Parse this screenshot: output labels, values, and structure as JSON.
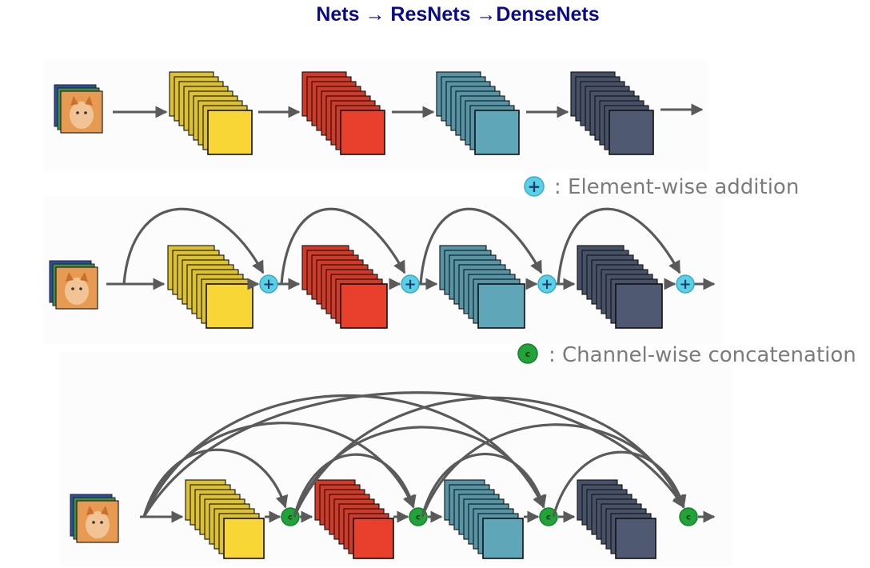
{
  "title": "Nets → ResNets →DenseNets",
  "legend": {
    "addition_symbol": "+",
    "addition_text": ": Element-wise addition",
    "concat_symbol": "c",
    "concat_text": ": Channel-wise concatenation"
  },
  "rows": [
    {
      "name": "Nets",
      "connection": "sequential"
    },
    {
      "name": "ResNets",
      "connection": "element-wise addition"
    },
    {
      "name": "DenseNets",
      "connection": "channel-wise concatenation"
    }
  ],
  "colors": {
    "yellow": "#f7d635",
    "red": "#e8402c",
    "teal": "#5fa6b8",
    "slate": "#4f5a72",
    "arrow": "#5a5a5a",
    "add_circle": "#5ad0e6",
    "concat_circle": "#22a33a",
    "title": "#0a0a8c"
  }
}
